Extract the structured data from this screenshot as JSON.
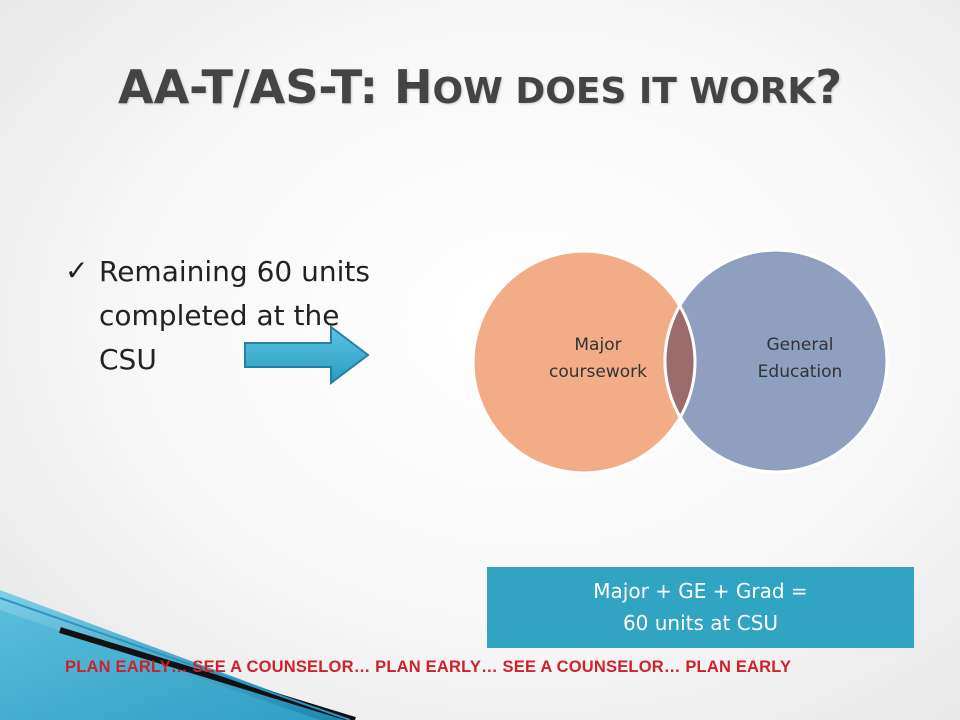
{
  "slide": {
    "title_large_a": "AA-T/AS-T: H",
    "title_small": "OW DOES IT WORK",
    "title_large_b": "?",
    "bullet_text": "Remaining 60 units completed at the CSU",
    "summary_line1": "Major + GE + Grad =",
    "summary_line2": "60 units at CSU",
    "footer": "PLAN EARLY… SEE A COUNSELOR… PLAN EARLY… SEE A COUNSELOR… PLAN EARLY"
  },
  "venn": {
    "left_label_line1": "Major",
    "left_label_line2": "coursework",
    "right_label_line1": "General",
    "right_label_line2": "Education",
    "left_color": "#f2ad88",
    "right_color": "#8f9fbf",
    "overlap_color": "#9c6b6b"
  },
  "colors": {
    "accent_blue": "#31a3c3",
    "footer_red": "#d0202a",
    "title_gray": "#444444"
  },
  "icons": {
    "bullet": "checkmark-icon",
    "arrow": "right-arrow-icon"
  }
}
